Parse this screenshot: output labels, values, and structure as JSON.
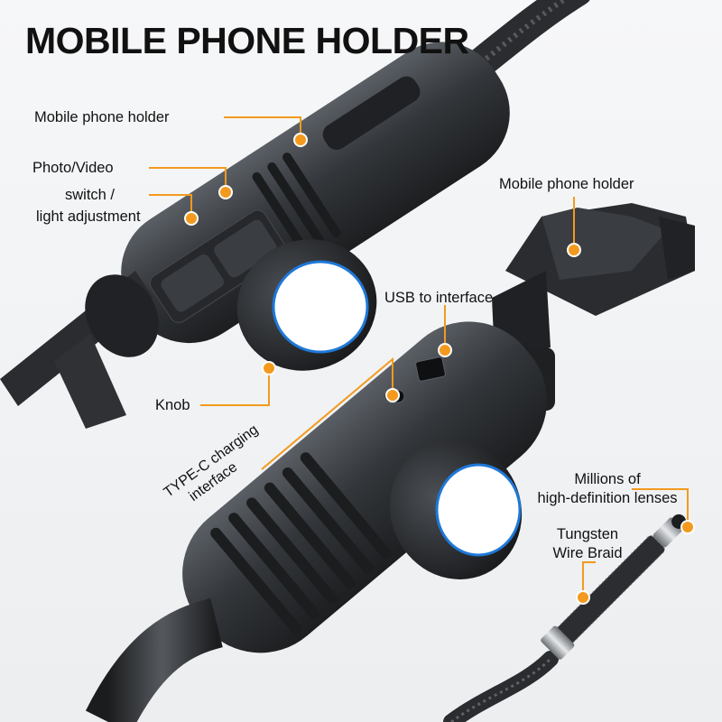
{
  "title": "MOBILE PHONE HOLDER",
  "labels": {
    "holder_top": "Mobile phone holder",
    "photo_video": "Photo/Video",
    "switch": "switch /",
    "light_adjust": "light adjustment",
    "holder_right": "Mobile phone holder",
    "usb": "USB to interface",
    "knob": "Knob",
    "typec_line1": "TYPE-C charging",
    "typec_line2": "interface",
    "lenses_line1": "Millions of",
    "lenses_line2": "high-definition lenses",
    "tungsten_line1": "Tungsten",
    "tungsten_line2": "Wire Braid"
  },
  "colors": {
    "accent": "#f39a1e",
    "body": "#2e3033",
    "body_light": "#4a4e53",
    "qr_ring": "#1e78d8",
    "text": "#111111"
  },
  "icons": {
    "callout_dot": "orange-dot",
    "photo_button": "camera-icon",
    "light_button": "light-icon",
    "qr": "qr-code-icon"
  }
}
